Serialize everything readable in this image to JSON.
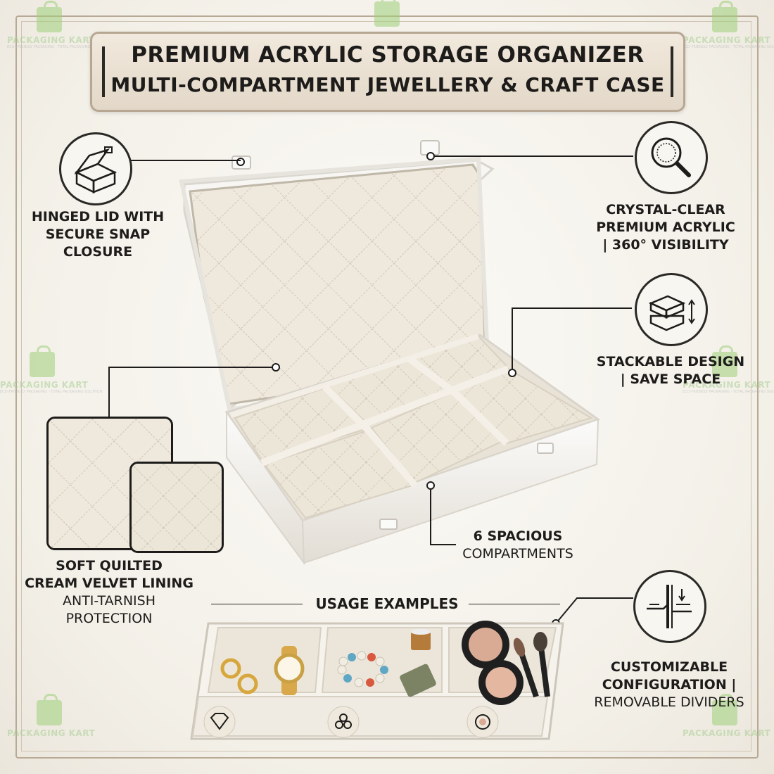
{
  "title": {
    "line1": "PREMIUM ACRYLIC STORAGE ORGANIZER",
    "line2": "MULTI-COMPARTMENT JEWELLERY & CRAFT CASE"
  },
  "features": {
    "hinged": {
      "icon": "open-box-icon",
      "lines": [
        "HINGED LID WITH",
        "SECURE SNAP",
        "CLOSURE"
      ]
    },
    "clear": {
      "icon": "magnifier-icon",
      "lines": [
        "CRYSTAL-CLEAR",
        "PREMIUM ACRYLIC",
        "| 360° VISIBILITY"
      ]
    },
    "stack": {
      "icon": "stacked-boxes-icon",
      "lines": [
        "STACKABLE DESIGN",
        "| SAVE SPACE"
      ]
    },
    "compartments": {
      "lines": [
        "6 SPACIOUS",
        "COMPARTMENTS"
      ]
    },
    "lining": {
      "lines": [
        "SOFT QUILTED",
        "CREAM VELVET LINING"
      ],
      "sub_lines": [
        "ANTI-TARNISH",
        "PROTECTION"
      ]
    },
    "custom": {
      "icon": "divider-adjust-icon",
      "lines": [
        "CUSTOMIZABLE",
        "CONFIGURATION |"
      ],
      "sub_lines": [
        "REMOVABLE DIVIDERS"
      ]
    }
  },
  "usage": {
    "label": "USAGE EXAMPLES",
    "slot_icons": [
      "diamond-icon",
      "beads-icon",
      "compact-icon"
    ]
  },
  "watermark": {
    "brand": "PACKAGING KART",
    "tagline": "ECO-FRIENDLY PACKAGING · TOTAL PACKAGING SOLUTION"
  },
  "colors": {
    "cream": "#eee8dc",
    "ink": "#1d1c1a",
    "plaque": "#e8dfd1",
    "border": "#b8a995",
    "watermark_green": "#9fd07a"
  }
}
